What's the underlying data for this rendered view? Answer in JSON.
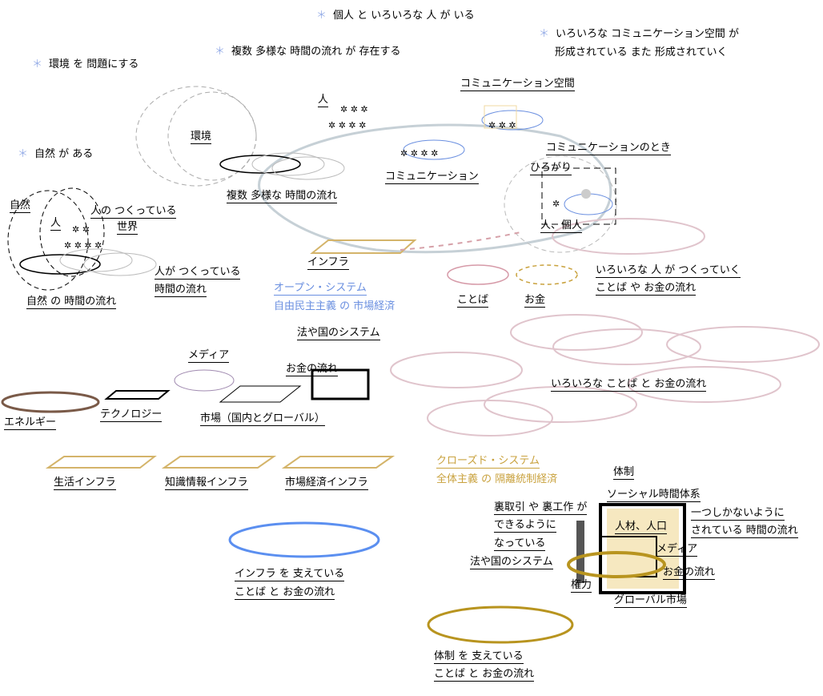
{
  "headings": [
    "個人 と いろいろな 人 が いる",
    "いろいろな コミュニケーション空間 が",
    "形成されている また 形成されていく",
    "複数 多様な 時間の流れ が 存在する",
    "環境 を 問題にする",
    "自然 が ある"
  ],
  "bullet": "＊",
  "labels": {
    "comm_space": "コミュニケーション空間",
    "hito": "人",
    "kankyo": "環境",
    "comm_toki": "コミュニケーションのとき",
    "hirogari": "ひろがり",
    "comm": "コミュニケーション",
    "multi_time": "複数 多様な 時間の流れ",
    "shizen": "自然",
    "hito_tsukuru": "人の つくっている",
    "hito2": "人",
    "sekai": "世界",
    "hito_kojin": "人、個人",
    "infra": "インフラ",
    "hito_ga1": "人が つくっている",
    "hito_ga2": "時間の流れ",
    "iroiro1": "いろいろな 人 が つくっていく",
    "iroiro2": "ことば や お金の流れ",
    "open": "オープン・システム",
    "open_sub": "自由民主主義 の 市場経済",
    "kotoba": "ことば",
    "okane": "お金",
    "shizen_time": "自然 の 時間の流れ",
    "hou": "法や国のシステム",
    "media": "メディア",
    "money_flow": "お金の流れ",
    "iroiro_kotoba": "いろいろな ことば と お金の流れ",
    "energy": "エネルギー",
    "tech": "テクノロジー",
    "market": "市場（国内とグローバル）",
    "closed": "クローズド・システム",
    "closed_sub": "全体主義 の 隔離統制経済",
    "life_infra": "生活インフラ",
    "know_infra": "知識情報インフラ",
    "mkt_infra": "市場経済インフラ",
    "taisei": "体制",
    "social_time": "ソーシャル時間体系",
    "ura1": "裏取引 や 裏工作 が",
    "ura2": "できるように",
    "ura3": "なっている",
    "hou2": "法や国のシステム",
    "one1": "一つしかないように",
    "one2": "されている 時間の流れ",
    "jinzai": "人材、人口",
    "media2": "メディア",
    "money2": "お金の流れ",
    "kenryoku": "権力",
    "global": "グローバル市場",
    "infra_sup1": "インフラ を 支えている",
    "infra_sup2": "ことば と お金の流れ",
    "taisei_sup1": "体制 を 支えている",
    "taisei_sup2": "ことば と お金の流れ"
  },
  "colors": {
    "blue": "#6a8fe0",
    "gold": "#c9a23e",
    "pink": "#e0c4cc",
    "grey": "#c6d0d6"
  }
}
